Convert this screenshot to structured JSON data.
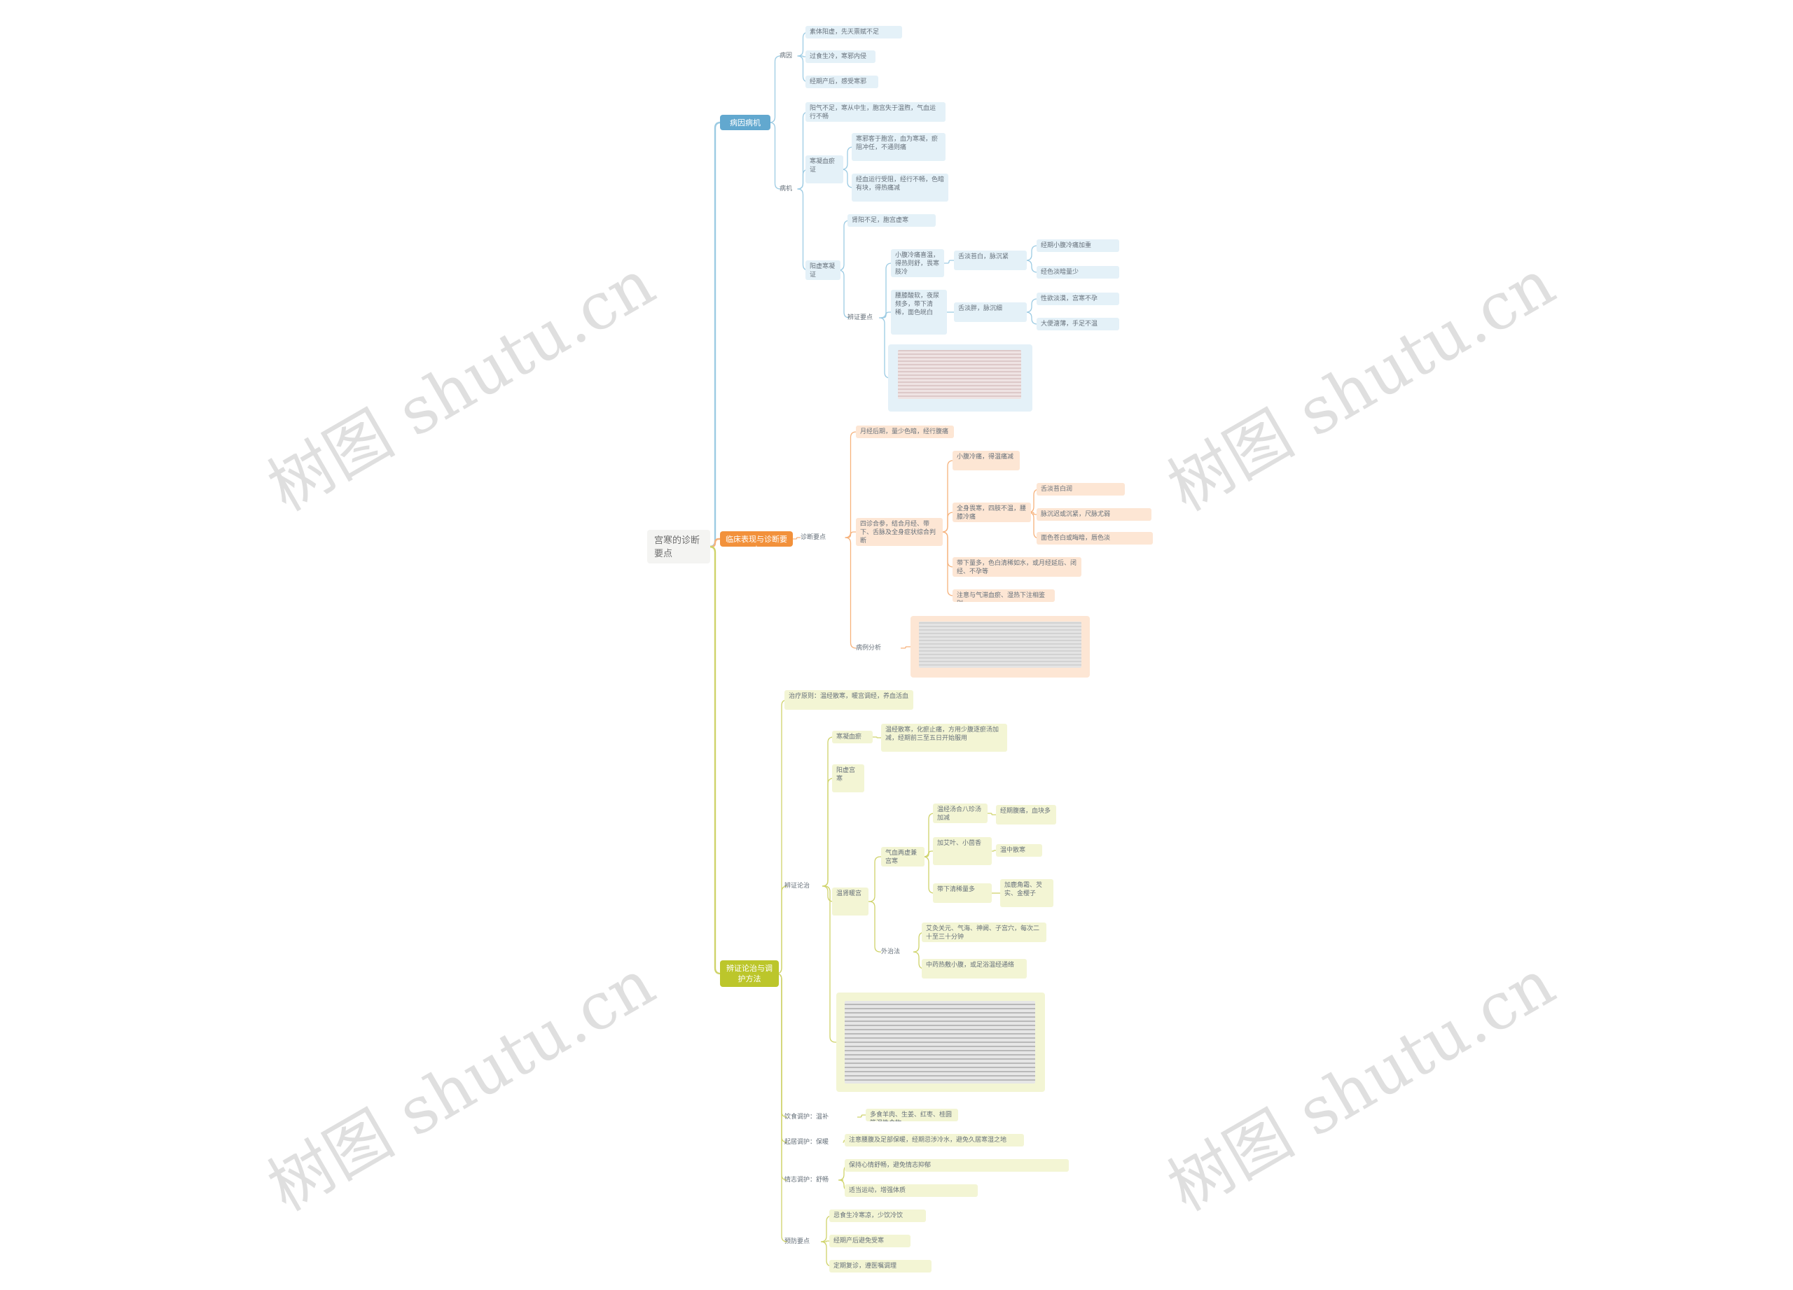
{
  "root": "宫寒的诊断要点",
  "branches": {
    "b1": "病因病机",
    "b2": "临床表现与诊断要点",
    "b3": "辨证论治与调护方法"
  },
  "b1_nodes": {
    "n1": "病因",
    "n1a": "素体阳虚，先天禀赋不足",
    "n1b": "过食生冷，寒邪内侵",
    "n1c": "经期产后，感受寒邪",
    "n2": "病机",
    "n2a": "阳气不足，寒从中生，胞宫失于温煦，气血运行不畅",
    "n2b": "寒凝血瘀证",
    "n2b1": "寒邪客于胞宫，血为寒凝，瘀阻冲任，不通则痛",
    "n2b2": "经血运行受阻，经行不畅，色暗有块，得热痛减",
    "n2c": "阳虚寒凝证",
    "n2c1": "肾阳不足，胞宫虚寒",
    "n2c2": "辨证要点",
    "n2c2a": "小腹冷痛喜温，得热则舒，畏寒肢冷",
    "n2c2a1": "舌淡苔白，脉沉紧",
    "n2c2a1a": "经期小腹冷痛加重",
    "n2c2a1b": "经色淡暗量少",
    "n2c2b": "腰膝酸软，夜尿频多，带下清稀，面色㿠白",
    "n2c2b1": "舌淡胖，脉沉细",
    "n2c2b1a": "性欲淡漠，宫寒不孕",
    "n2c2b1b": "大便溏薄，手足不温"
  },
  "b2_nodes": {
    "n1": "诊断要点",
    "n1a": "月经后期，量少色暗，经行腹痛",
    "n1b": "四诊合参，结合月经、带下、舌脉及全身症状综合判断",
    "n1b1": "小腹冷痛，得温痛减",
    "n1b2": "全身畏寒，四肢不温，腰膝冷痛",
    "n1b2a": "舌淡苔白润",
    "n1b2b": "脉沉迟或沉紧，尺脉尤弱",
    "n1b2c": "面色苍白或晦暗，唇色淡",
    "n1b3": "带下量多，色白清稀如水，或月经延后、闭经、不孕等",
    "n1b4": "注意与气滞血瘀、湿热下注相鉴别",
    "n1c": "病例分析"
  },
  "b3_nodes": {
    "n1": "治疗原则：温经散寒，暖宫调经，养血活血",
    "n2": "辨证论治",
    "n2a": "寒凝血瘀",
    "n2a1": "温经散寒，化瘀止痛，方用少腹逐瘀汤加减，经期前三至五日开始服用",
    "n2b": "阳虚宫寒",
    "n2b1": "温肾暖宫",
    "n2b1a": "气血两虚兼宫寒",
    "n2b1a1": "温经汤合八珍汤加减",
    "n2b1b": "经期腹痛，血块多",
    "n2b1c": "加艾叶、小茴香",
    "n2b1c1": "温中散寒",
    "n2b1d": "带下清稀量多",
    "n2b1d1": "加鹿角霜、芡实、金樱子",
    "n2b2": "外治法",
    "n2b2a": "艾灸关元、气海、神阙、子宫穴，每次二十至三十分钟",
    "n2b2b": "中药热敷小腹，或足浴温经通络",
    "n3": "饮食调护：温补",
    "n3a": "多食羊肉、生姜、红枣、桂圆等温性食物",
    "n4": "起居调护：保暖",
    "n4a": "注意腰腹及足部保暖，经期忌涉冷水，避免久居寒湿之地",
    "n5": "情志调护：舒畅",
    "n5a": "保持心情舒畅，避免情志抑郁",
    "n5b": "适当运动，增强体质",
    "n6": "预防要点",
    "n6a": "忌食生冷寒凉，少饮冷饮",
    "n6b": "经期产后避免受寒",
    "n6c": "定期复诊，遵医嘱调理"
  },
  "watermark": "树图 shutu.cn",
  "colors": {
    "blue": "#62a8cf",
    "orange": "#f2913b",
    "green": "#bcc62b",
    "blue_line": "#9ccbe3",
    "orange_line": "#f6b27c",
    "green_line": "#cfd36a"
  }
}
